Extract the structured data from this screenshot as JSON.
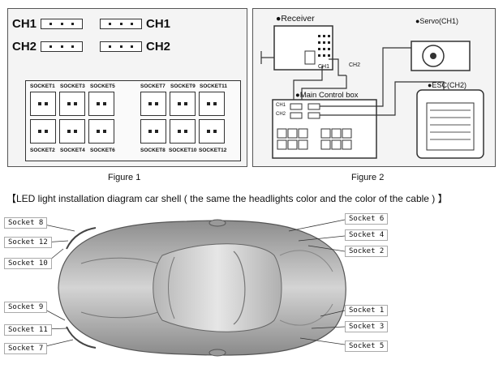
{
  "figure1": {
    "channels": {
      "ch1": "CH1",
      "ch2": "CH2"
    },
    "sockets": {
      "s1": "SOCKET1",
      "s2": "SOCKET2",
      "s3": "SOCKET3",
      "s4": "SOCKET4",
      "s5": "SOCKET5",
      "s6": "SOCKET6",
      "s7": "SOCKET7",
      "s8": "SOCKET8",
      "s9": "SOCKET9",
      "s10": "SOCKET10",
      "s11": "SOCKET11",
      "s12": "SOCKET12"
    },
    "caption": "Figure 1"
  },
  "figure2": {
    "receiver": "●Receiver",
    "servo": "●Servo(CH1)",
    "esc": "●ESC(CH2)",
    "main_control_box": "●Main Control box",
    "ch1": "CH1",
    "ch2": "CH2",
    "box_ch1": "CH1",
    "box_ch2": "CH2",
    "caption": "Figure 2"
  },
  "title": "【LED light installation diagram car shell ( the same the headlights color and the color of the cable ) 】",
  "car_sockets": {
    "socket_8": "Socket 8",
    "socket_12": "Socket 12",
    "socket_10": "Socket 10",
    "socket_9": "Socket 9",
    "socket_11": "Socket 11",
    "socket_7": "Socket 7",
    "socket_6": "Socket 6",
    "socket_4": "Socket 4",
    "socket_2": "Socket 2",
    "socket_1": "Socket 1",
    "socket_3": "Socket 3",
    "socket_5": "Socket 5"
  }
}
